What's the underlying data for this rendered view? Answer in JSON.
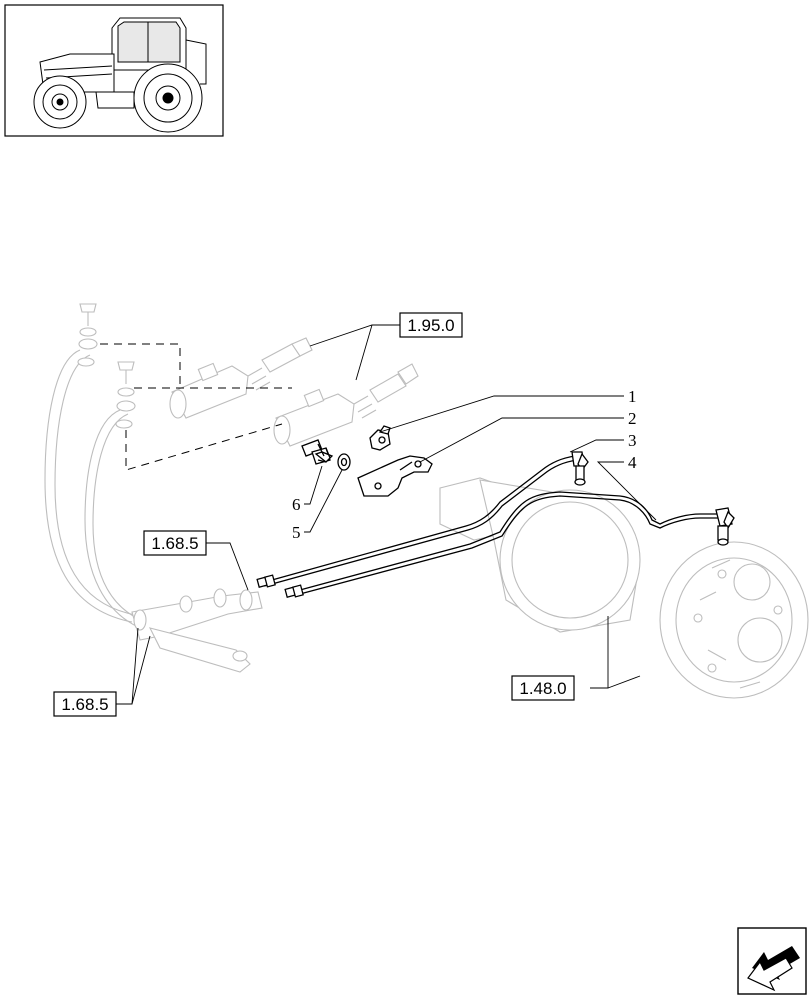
{
  "references": {
    "hydraulic_section": "1.95.0",
    "clutch_section_upper": "1.68.5",
    "clutch_section_lower": "1.68.5",
    "axle_section": "1.48.0"
  },
  "part_numbers": [
    "1",
    "2",
    "3",
    "4",
    "5",
    "6"
  ],
  "icons": {
    "thumbnail": "tractor-thumbnail-icon",
    "navigation": "next-page-arrow-icon"
  }
}
